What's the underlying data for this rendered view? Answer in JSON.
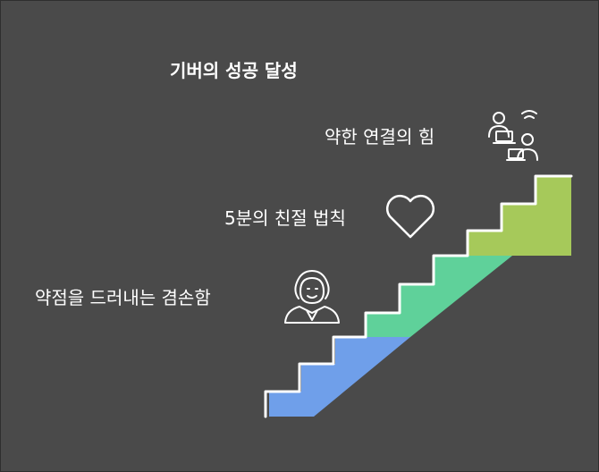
{
  "title": "기버의 성공 달성",
  "steps": [
    {
      "label": "약한 연결의 힘",
      "icon": "networking-people-icon",
      "color": "#a6c95a"
    },
    {
      "label": "5분의 친절 법칙",
      "icon": "heart-icon",
      "color": "#5fd19a"
    },
    {
      "label": "약점을 드러내는 겸손함",
      "icon": "person-icon",
      "color": "#6f9fea"
    }
  ],
  "colors": {
    "background": "#4a4a4a",
    "text": "#ffffff",
    "outline": "#ffffff"
  }
}
